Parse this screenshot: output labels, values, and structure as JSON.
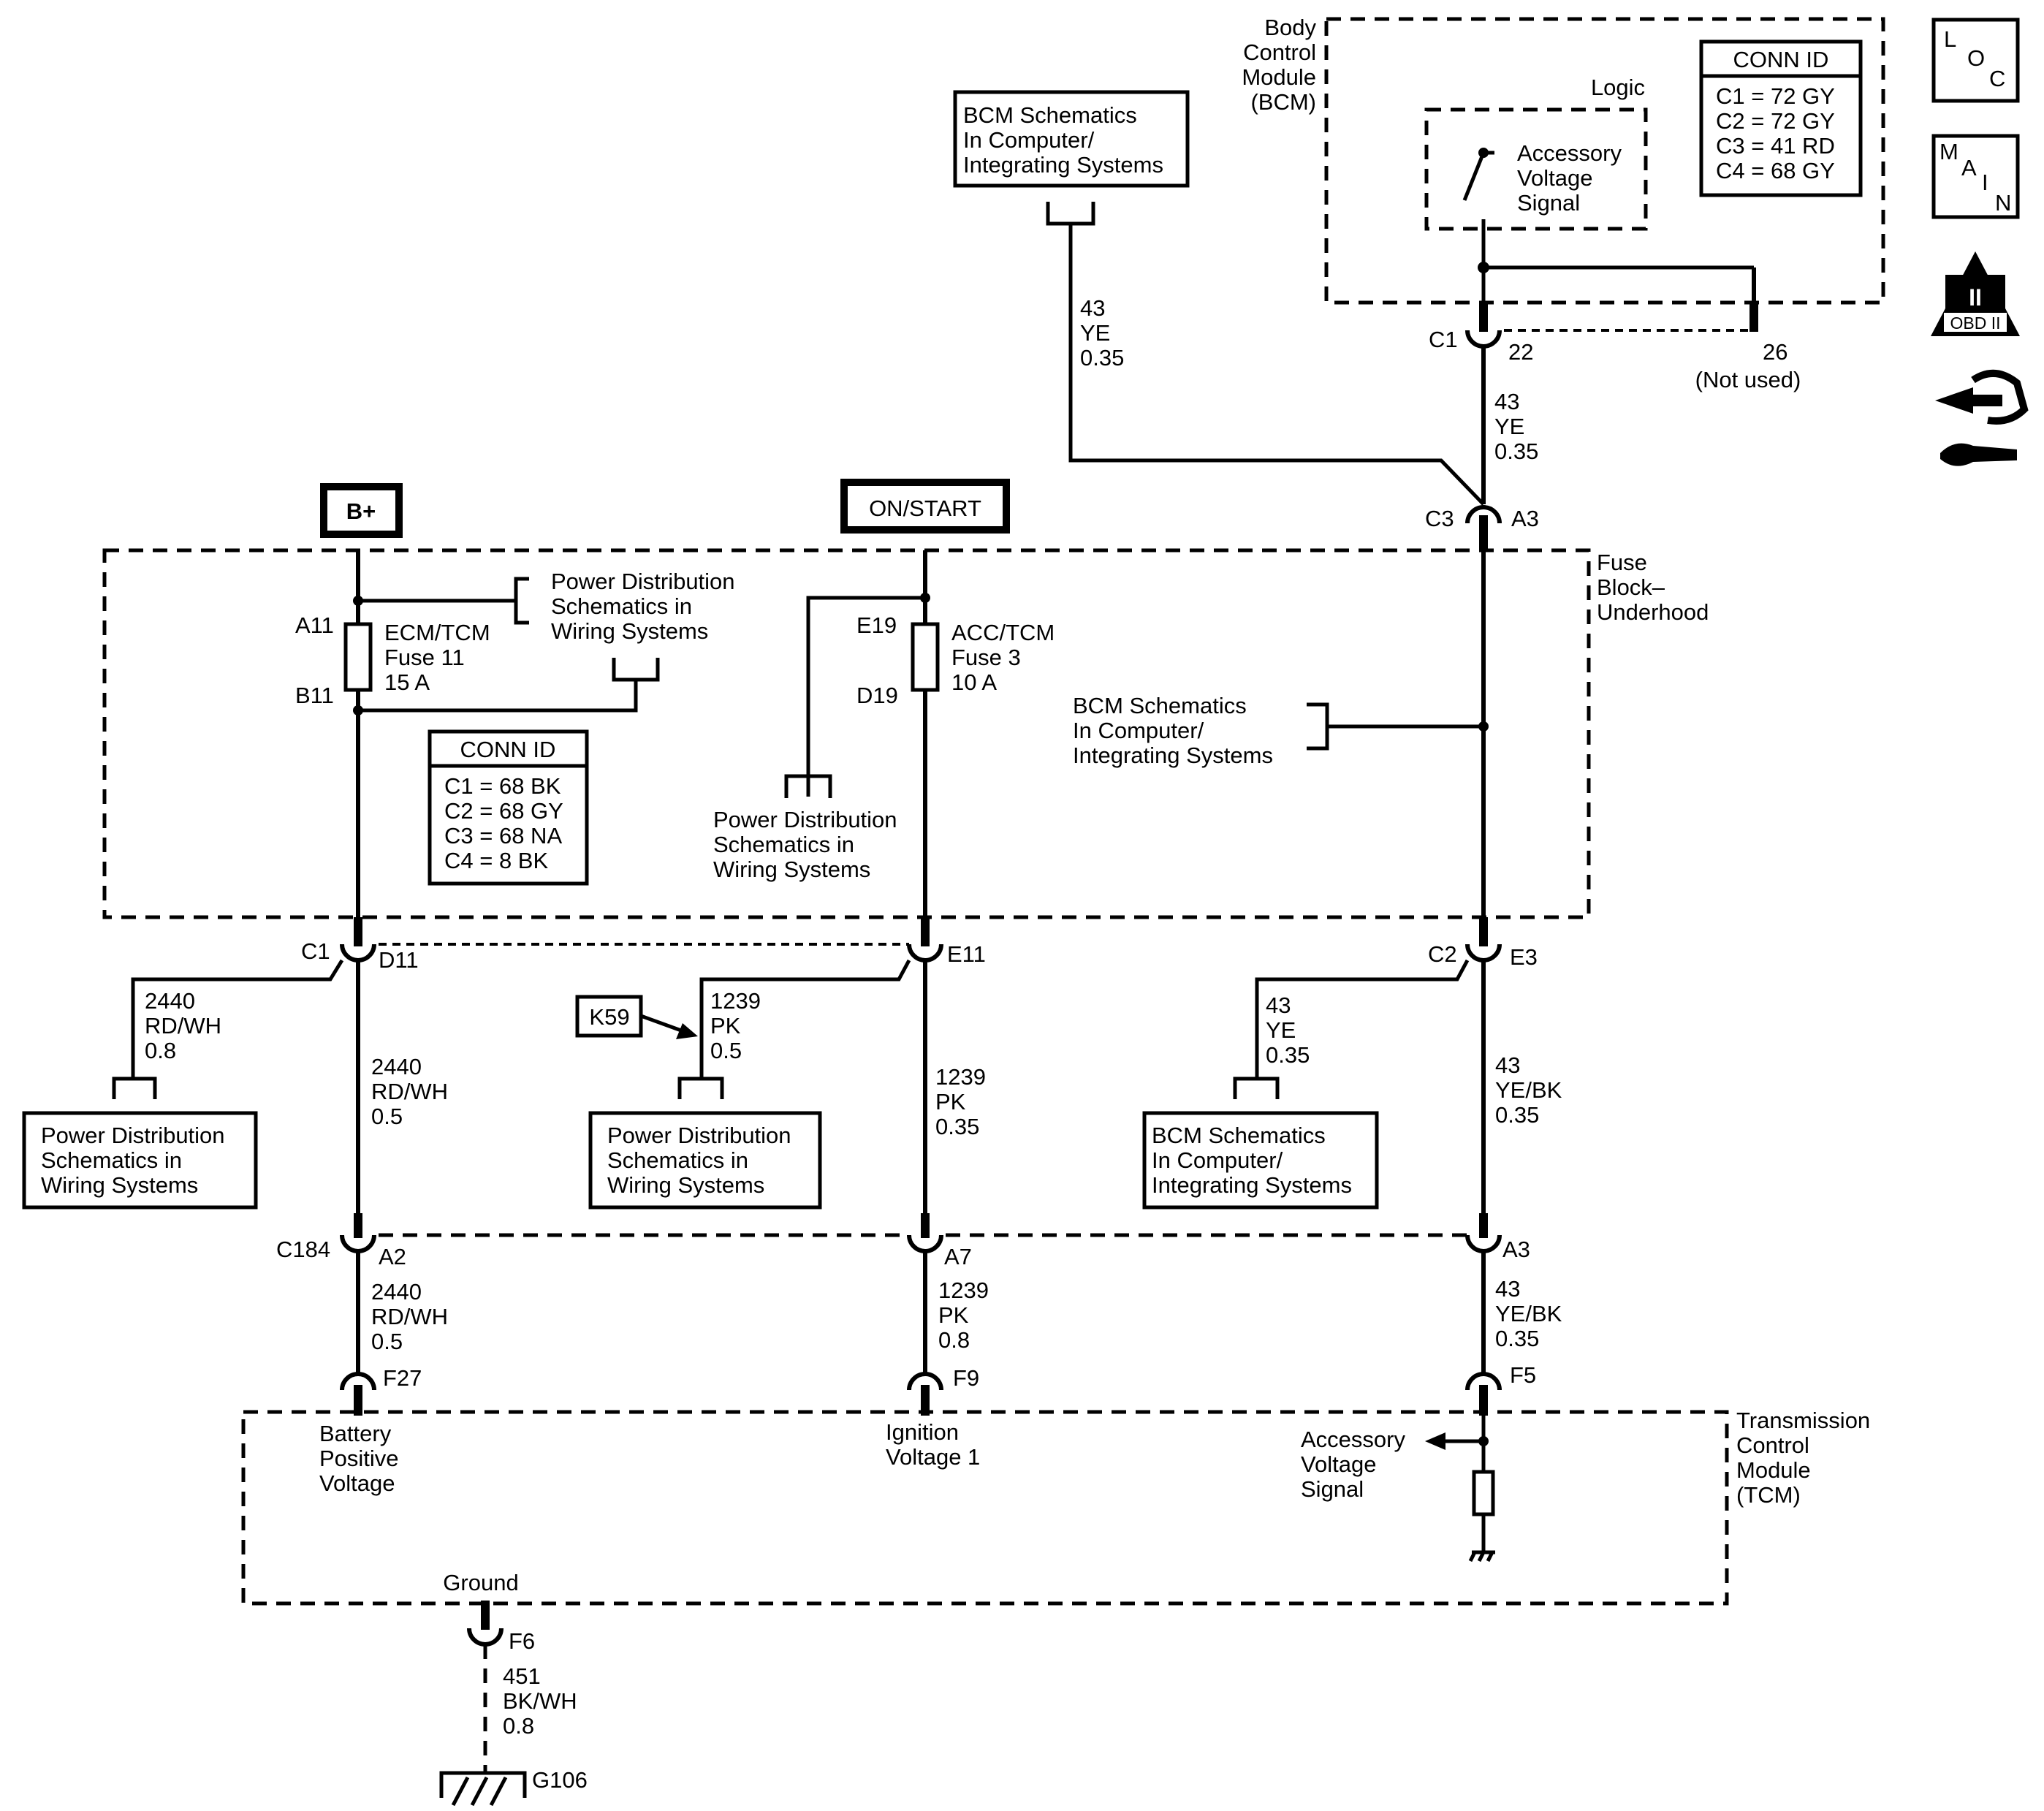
{
  "bcm": {
    "label": [
      "Body",
      "Control",
      "Module",
      "(BCM)"
    ],
    "logic": "Logic",
    "switch_label": [
      "Accessory",
      "Voltage",
      "Signal"
    ],
    "conn_id": {
      "title": "CONN ID",
      "rows": [
        "C1 = 72 GY",
        "C2 = 72 GY",
        "C3 = 41 RD",
        "C4 = 68 GY"
      ]
    },
    "conn": "C1",
    "pin_22": "22",
    "pin_26": "26",
    "not_used": "(Not used)"
  },
  "ref_bcm_top": [
    "BCM Schematics",
    "In Computer/",
    "Integrating Systems"
  ],
  "wire_43_top_left": [
    "43",
    "YE",
    "0.35"
  ],
  "wire_43_top_right": [
    "43",
    "YE",
    "0.35"
  ],
  "c3": {
    "conn": "C3",
    "pin": "A3"
  },
  "icons": {
    "loc": [
      "L",
      "O",
      "C"
    ],
    "main": [
      "M",
      "A",
      "I",
      "N"
    ],
    "obd": [
      "II",
      "OBD II"
    ],
    "service": "service-tools-icon"
  },
  "power": {
    "bplus": "B+",
    "onstart": "ON/START"
  },
  "fuse_block": {
    "label": [
      "Fuse",
      "Block–",
      "Underhood"
    ],
    "fuse11": {
      "top_pin": "A11",
      "bottom_pin": "B11",
      "label": [
        "ECM/TCM",
        "Fuse 11",
        "15 A"
      ]
    },
    "fuse3": {
      "top_pin": "E19",
      "bottom_pin": "D19",
      "label": [
        "ACC/TCM",
        "Fuse 3",
        "10 A"
      ]
    },
    "pd_top": [
      "Power Distribution",
      "Schematics in",
      "Wiring Systems"
    ],
    "pd_mid": [
      "Power Distribution",
      "Schematics in",
      "Wiring Systems"
    ],
    "bcm_ref": [
      "BCM Schematics",
      "In Computer/",
      "Integrating Systems"
    ],
    "conn_id": {
      "title": "CONN ID",
      "rows": [
        "C1 = 68 BK",
        "C2 = 68 GY",
        "C3 = 68 NA",
        "C4 = 8 BK"
      ]
    },
    "c1": {
      "conn": "C1",
      "pin": "D11"
    },
    "e11": "E11",
    "c2": {
      "conn": "C2",
      "pin": "E3"
    }
  },
  "branches": {
    "w2440_08": [
      "2440",
      "RD/WH",
      "0.8"
    ],
    "pd_left": [
      "Power Distribution",
      "Schematics in",
      "Wiring Systems"
    ],
    "k59": "K59",
    "w1239_05": [
      "1239",
      "PK",
      "0.5"
    ],
    "pd_mid": [
      "Power Distribution",
      "Schematics in",
      "Wiring Systems"
    ],
    "w43_035": [
      "43",
      "YE",
      "0.35"
    ],
    "bcm_ref": [
      "BCM Schematics",
      "In Computer/",
      "Integrating Systems"
    ]
  },
  "mains": {
    "w2440_05a": [
      "2440",
      "RD/WH",
      "0.5"
    ],
    "w1239_035": [
      "1239",
      "PK",
      "0.35"
    ],
    "w43_ybk_a": [
      "43",
      "YE/BK",
      "0.35"
    ]
  },
  "c184": {
    "conn": "C184",
    "pin_a2": "A2",
    "pin_a7": "A7",
    "pin_a3": "A3"
  },
  "lower": {
    "w2440_05b": [
      "2440",
      "RD/WH",
      "0.5"
    ],
    "w1239_08": [
      "1239",
      "PK",
      "0.8"
    ],
    "w43_ybk_b": [
      "43",
      "YE/BK",
      "0.35"
    ]
  },
  "tcm": {
    "pin_f27": "F27",
    "pin_f9": "F9",
    "pin_f5": "F5",
    "battery": [
      "Battery",
      "Positive",
      "Voltage"
    ],
    "ignition": [
      "Ignition",
      "Voltage 1"
    ],
    "accessory": [
      "Accessory",
      "Voltage",
      "Signal"
    ],
    "label": [
      "Transmission",
      "Control",
      "Module",
      "(TCM)"
    ],
    "ground": "Ground",
    "pin_f6": "F6"
  },
  "ground_wire": [
    "451",
    "BK/WH",
    "0.8"
  ],
  "g106": "G106"
}
